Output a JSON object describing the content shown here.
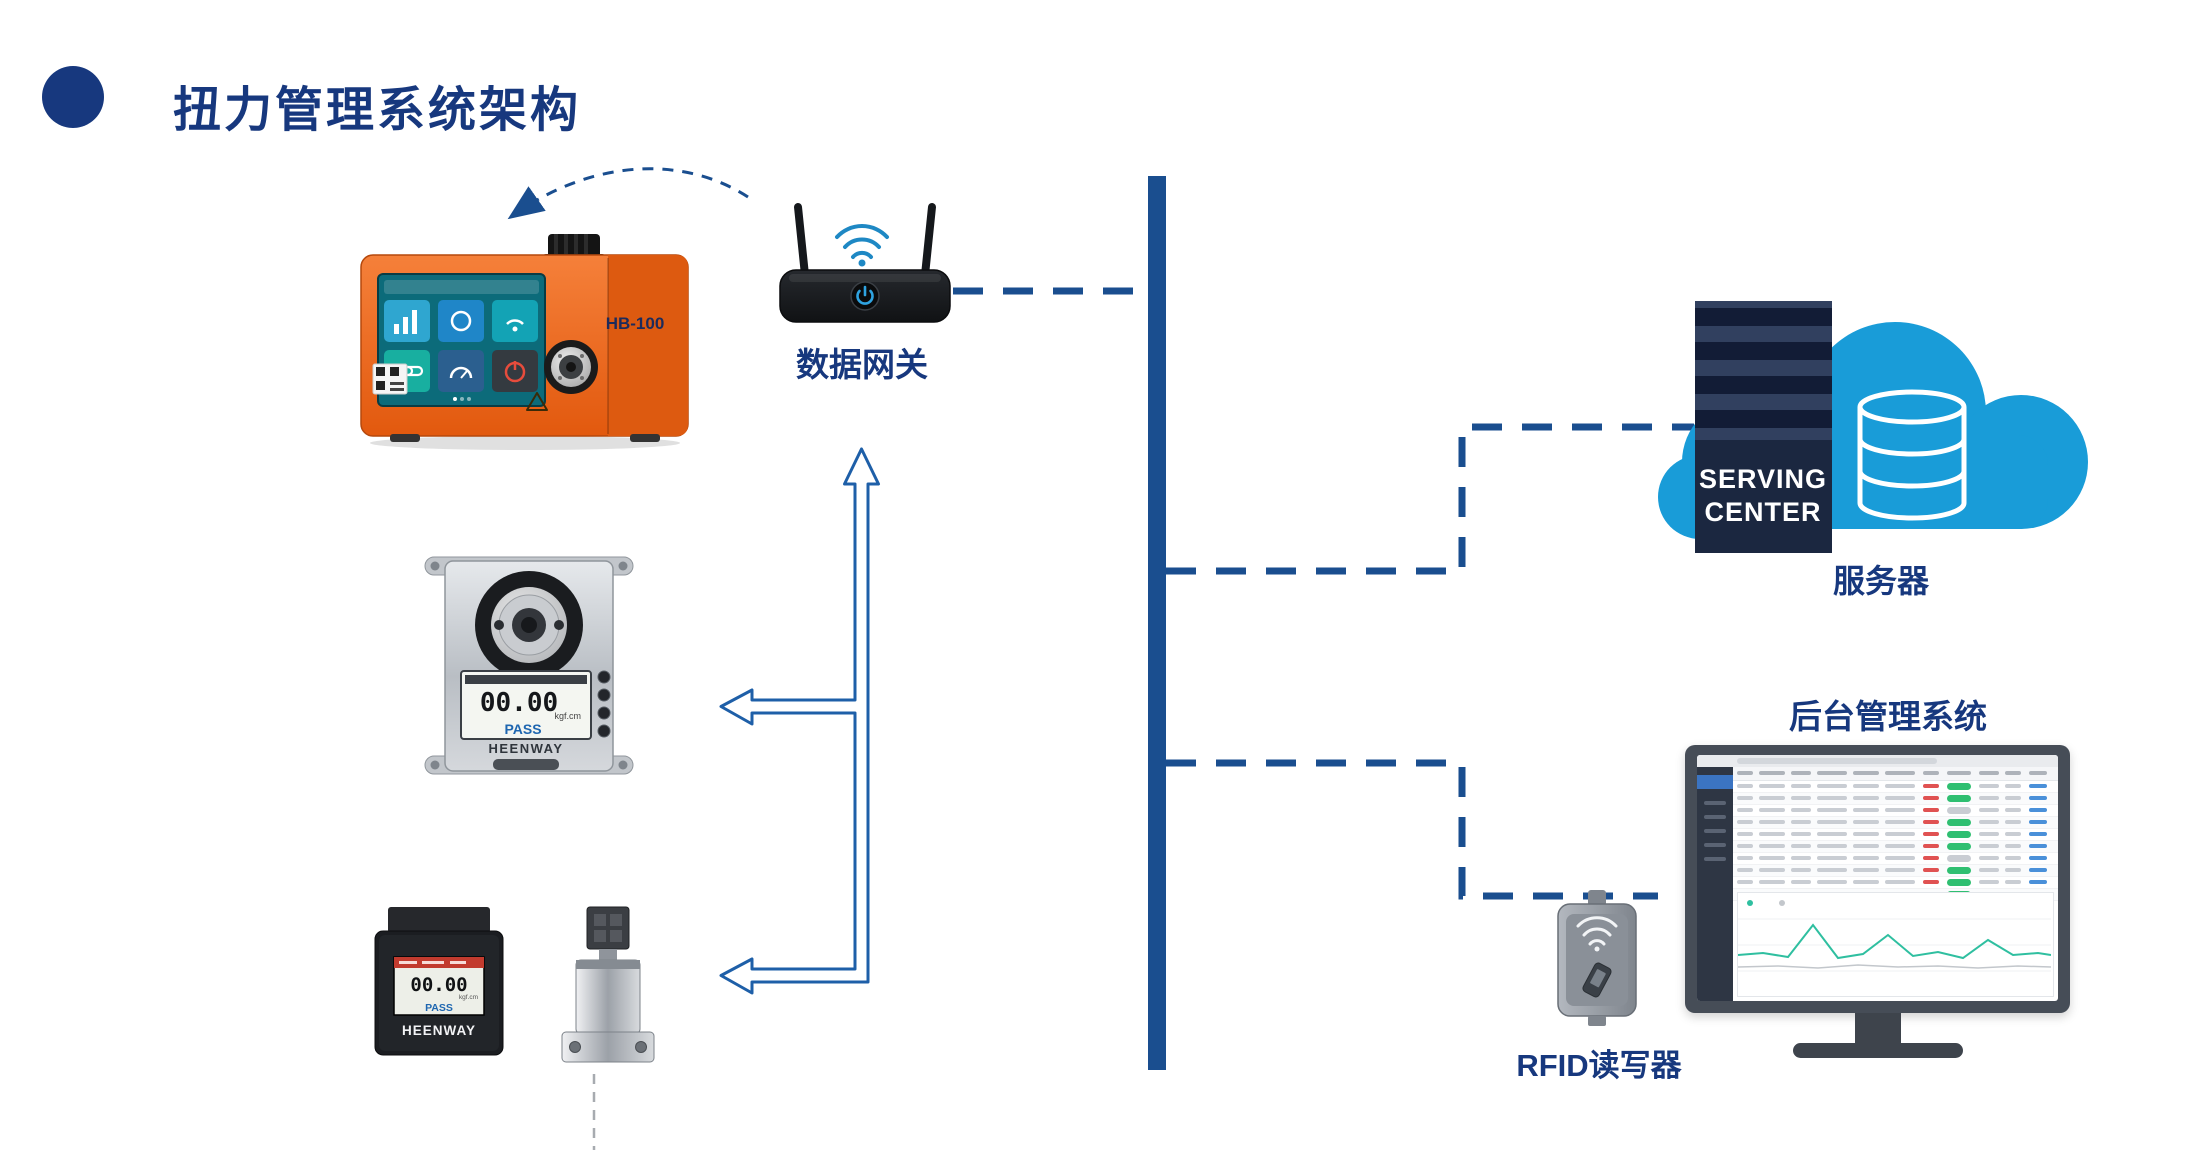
{
  "title": "扭力管理系统架构",
  "labels": {
    "gateway": "数据网关",
    "server": "服务器",
    "backend": "后台管理系统",
    "rfid": "RFID读写器"
  },
  "server_box": {
    "line1": "SERVING",
    "line2": "CENTER"
  },
  "tester": {
    "model": "HB-100"
  },
  "torque_meter": {
    "value": "00.00",
    "unit": "kgf.cm",
    "status": "PASS",
    "brand": "HEENWAY"
  },
  "panel_meter": {
    "value": "00.00",
    "unit": "kgf.cm",
    "status": "PASS",
    "brand": "HEENWAY"
  },
  "monitor": {
    "rows": 10
  },
  "colors": {
    "title_blue": "#17387E",
    "line_blue": "#1A4E8F",
    "arrow_blue": "#1E5FA8",
    "cloud_blue": "#199CD8",
    "device_orange": "#EE6A1E",
    "pass_blue": "#1E66B0",
    "ok_green": "#2FBF71",
    "alert_red": "#E05252"
  }
}
